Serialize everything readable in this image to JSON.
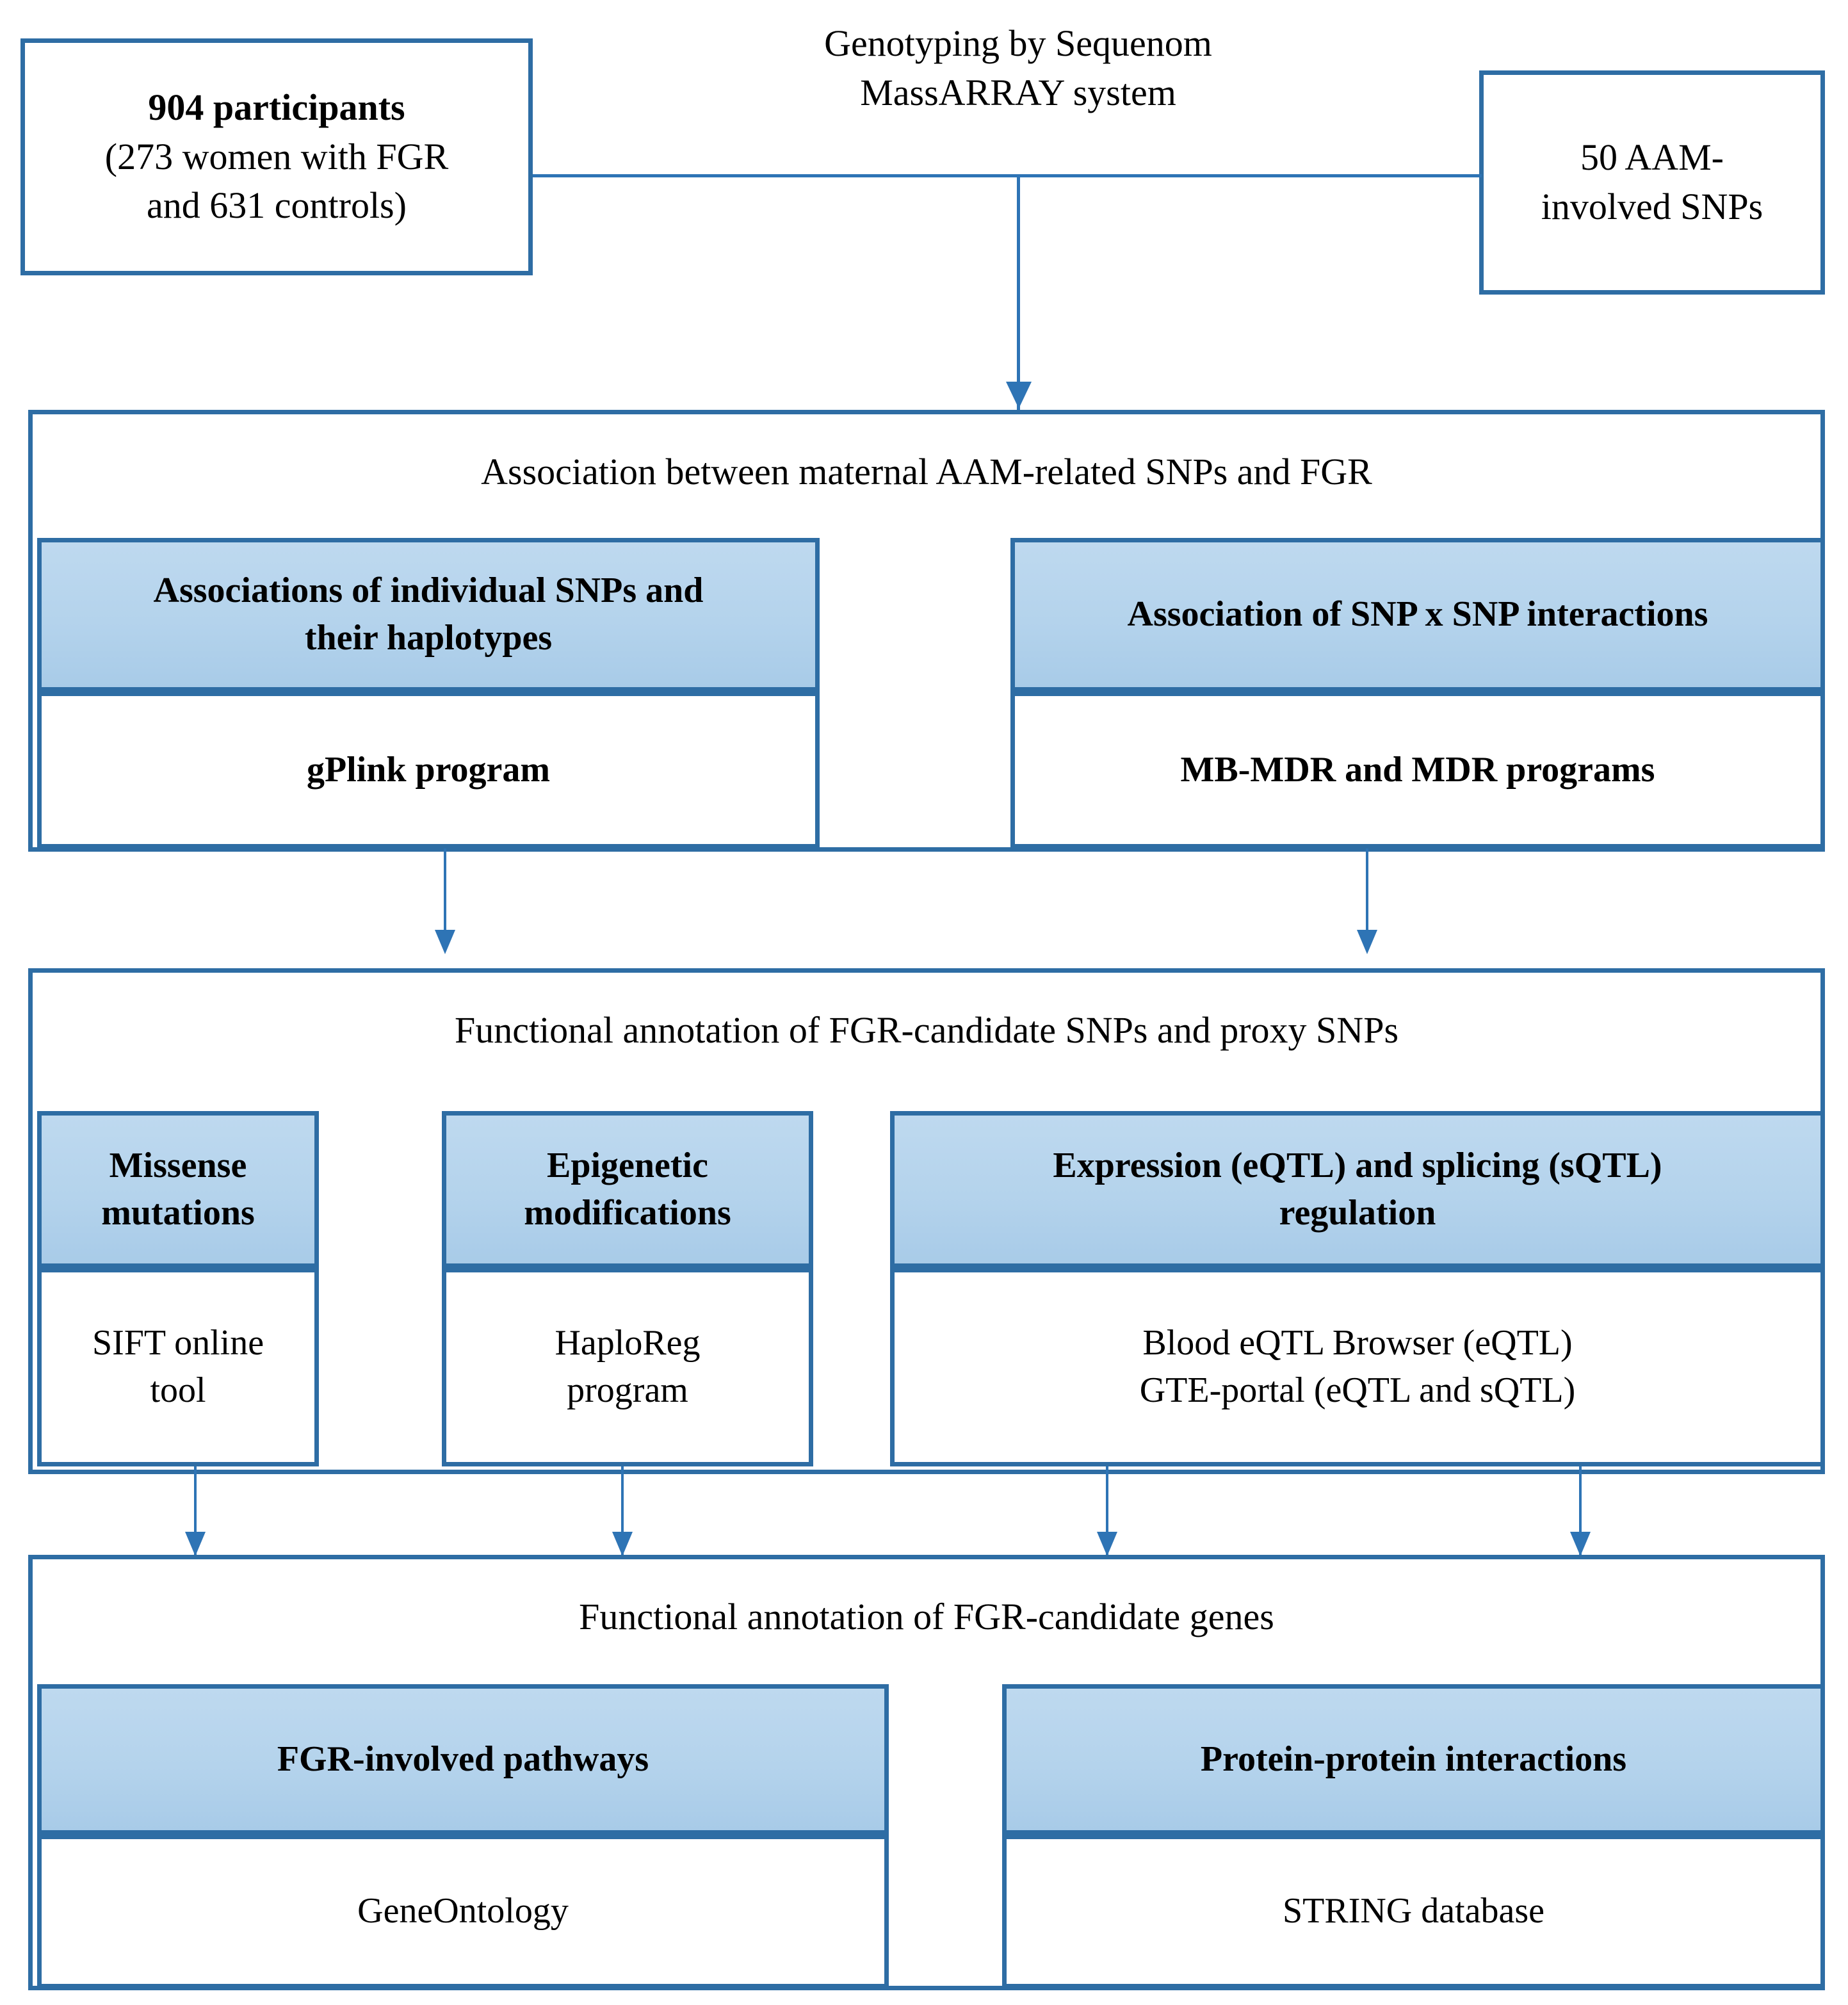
{
  "figure": {
    "title_caption": {
      "line1": "Genotyping by Sequenom",
      "line2": "MassARRAY system"
    },
    "colors": {
      "border": "#2e6da4",
      "connector": "#2e74b5",
      "panel_blue": "#b4d3ec",
      "panel_white": "#ffffff"
    }
  },
  "tier1": {
    "participants_box": {
      "line1": "904 participants",
      "line2": "(273 women with FGR",
      "line3": "and 631 controls)"
    },
    "snps_box": {
      "line1": "50 AAM-",
      "line2": "involved SNPs"
    }
  },
  "tier2": {
    "header": "Association between maternal AAM-related SNPs and FGR",
    "branches": [
      {
        "title_line1": "Associations of individual SNPs and",
        "title_line2": "their haplotypes",
        "tool": "gPlink program"
      },
      {
        "title_line1": "Association of SNP x SNP interactions",
        "title_line2": "",
        "tool": "MB-MDR and MDR programs"
      }
    ]
  },
  "tier3": {
    "header": "Functional annotation of FGR-candidate SNPs and proxy SNPs",
    "branches": [
      {
        "title_line1": "Missense",
        "title_line2": "mutations",
        "tool_line1": "SIFT online",
        "tool_line2": "tool"
      },
      {
        "title_line1": "Epigenetic",
        "title_line2": "modifications",
        "tool_line1": "HaploReg",
        "tool_line2": "program"
      },
      {
        "title_line1": "Expression (eQTL) and splicing (sQTL)",
        "title_line2": "regulation",
        "tool_line1": "Blood eQTL Browser (eQTL)",
        "tool_line2": "GTE-portal (eQTL and sQTL)"
      }
    ]
  },
  "tier4": {
    "header": "Functional annotation of FGR-candidate genes",
    "branches": [
      {
        "title": "FGR-involved pathways",
        "tool": "GeneOntology"
      },
      {
        "title": "Protein-protein interactions",
        "tool": "STRING database"
      }
    ]
  }
}
